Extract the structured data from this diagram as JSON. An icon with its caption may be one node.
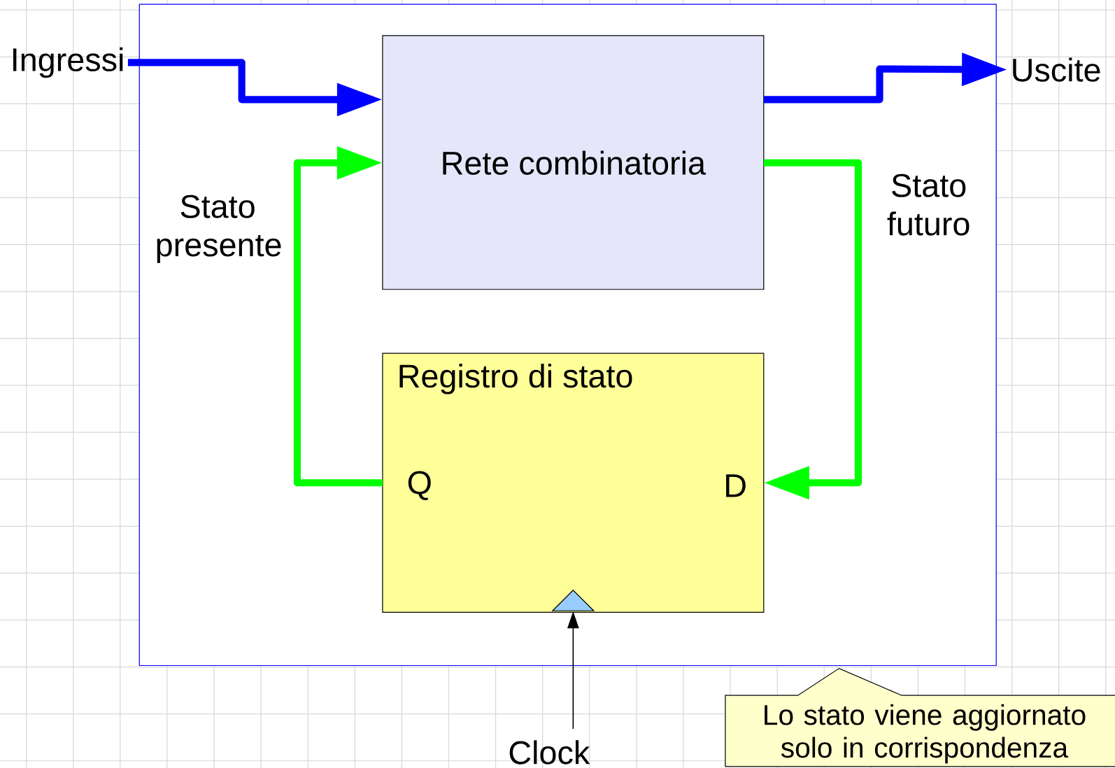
{
  "diagram": {
    "nodes": [
      {
        "text": [],
        "shape": "box"
      },
      {
        "text": [
          "Rete combinatoria"
        ],
        "in": 0
      },
      {
        "text": [
          "Registro di stato",
          "Q",
          "D"
        ],
        "in": 0
      },
      {
        "text": [],
        "shape": "triangle",
        "in": 2
      },
      {
        "text": [
          "Ingressi"
        ]
      },
      {
        "text": [
          "Uscite"
        ]
      },
      {
        "text": [
          "Clock"
        ]
      },
      {
        "text": [
          "Lo stato viene aggiornato solo in corrispondenza"
        ]
      }
    ],
    "edges": [
      {
        "from": 4,
        "to": 1,
        "arrow": "to",
        "color": "#0000ff"
      },
      {
        "from": 1,
        "to": 5,
        "arrow": "to",
        "color": "#0000ff"
      },
      {
        "from": 1,
        "to": 2,
        "arrow": "to",
        "color": "#00ff00",
        "label": "Stato futuro"
      },
      {
        "from": 2,
        "to": 1,
        "arrow": "to",
        "color": "#00ff00",
        "label": "Stato presente"
      },
      {
        "from": 6,
        "to": 3,
        "arrow": "to",
        "color": "#000000"
      }
    ]
  }
}
